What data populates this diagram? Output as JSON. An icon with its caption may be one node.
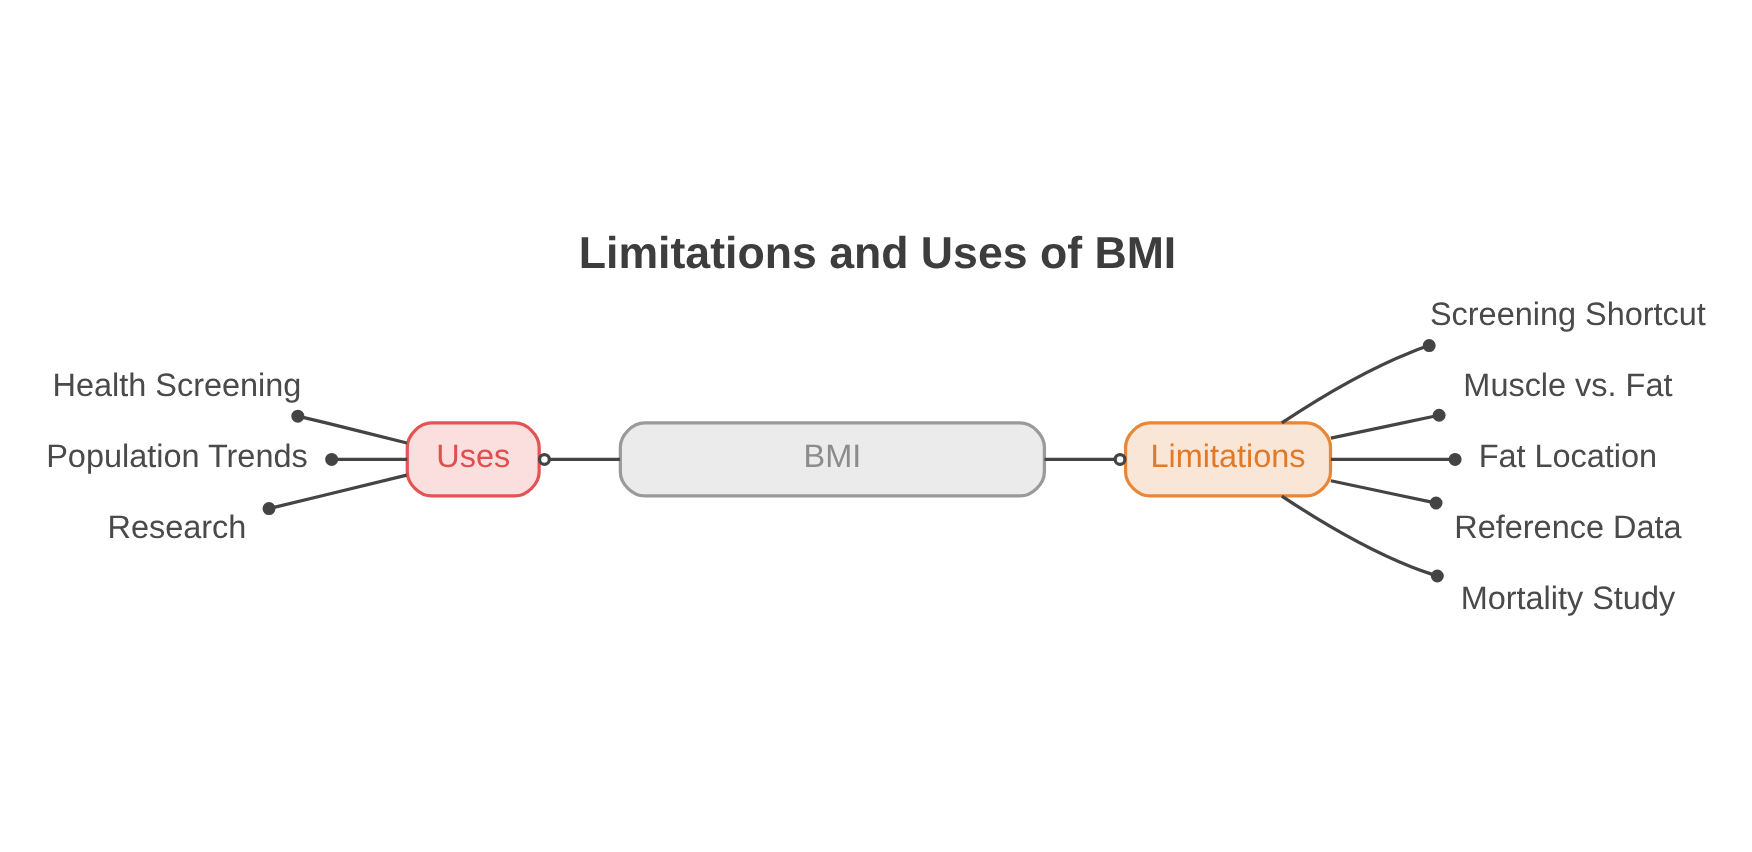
{
  "diagram": {
    "title": "Limitations and Uses of BMI",
    "nodes": [
      {
        "text": [
          "Uses"
        ]
      },
      {
        "text": [
          "Health Screening"
        ]
      },
      {
        "text": [
          "Population Trends"
        ]
      },
      {
        "text": [
          "Research"
        ]
      },
      {
        "text": [
          "BMI"
        ]
      },
      {
        "text": [
          "Limitations"
        ]
      },
      {
        "text": [
          "Screening Shortcut"
        ]
      },
      {
        "text": [
          "Muscle vs. Fat"
        ]
      },
      {
        "text": [
          "Fat Location"
        ]
      },
      {
        "text": [
          "Reference Data"
        ]
      },
      {
        "text": [
          "Mortality Study"
        ]
      }
    ],
    "edges": [
      {
        "from": 1,
        "to": 0,
        "arrow": "other"
      },
      {
        "from": 2,
        "to": 0,
        "arrow": "other"
      },
      {
        "from": 3,
        "to": 0,
        "arrow": "other"
      },
      {
        "from": 0,
        "to": 4,
        "arrow": "other"
      },
      {
        "from": 4,
        "to": 5,
        "arrow": "other"
      },
      {
        "from": 5,
        "to": 6,
        "arrow": "other"
      },
      {
        "from": 5,
        "to": 7,
        "arrow": "other"
      },
      {
        "from": 5,
        "to": 8,
        "arrow": "other"
      },
      {
        "from": 5,
        "to": 9,
        "arrow": "other"
      },
      {
        "from": 5,
        "to": 10,
        "arrow": "other"
      }
    ]
  }
}
